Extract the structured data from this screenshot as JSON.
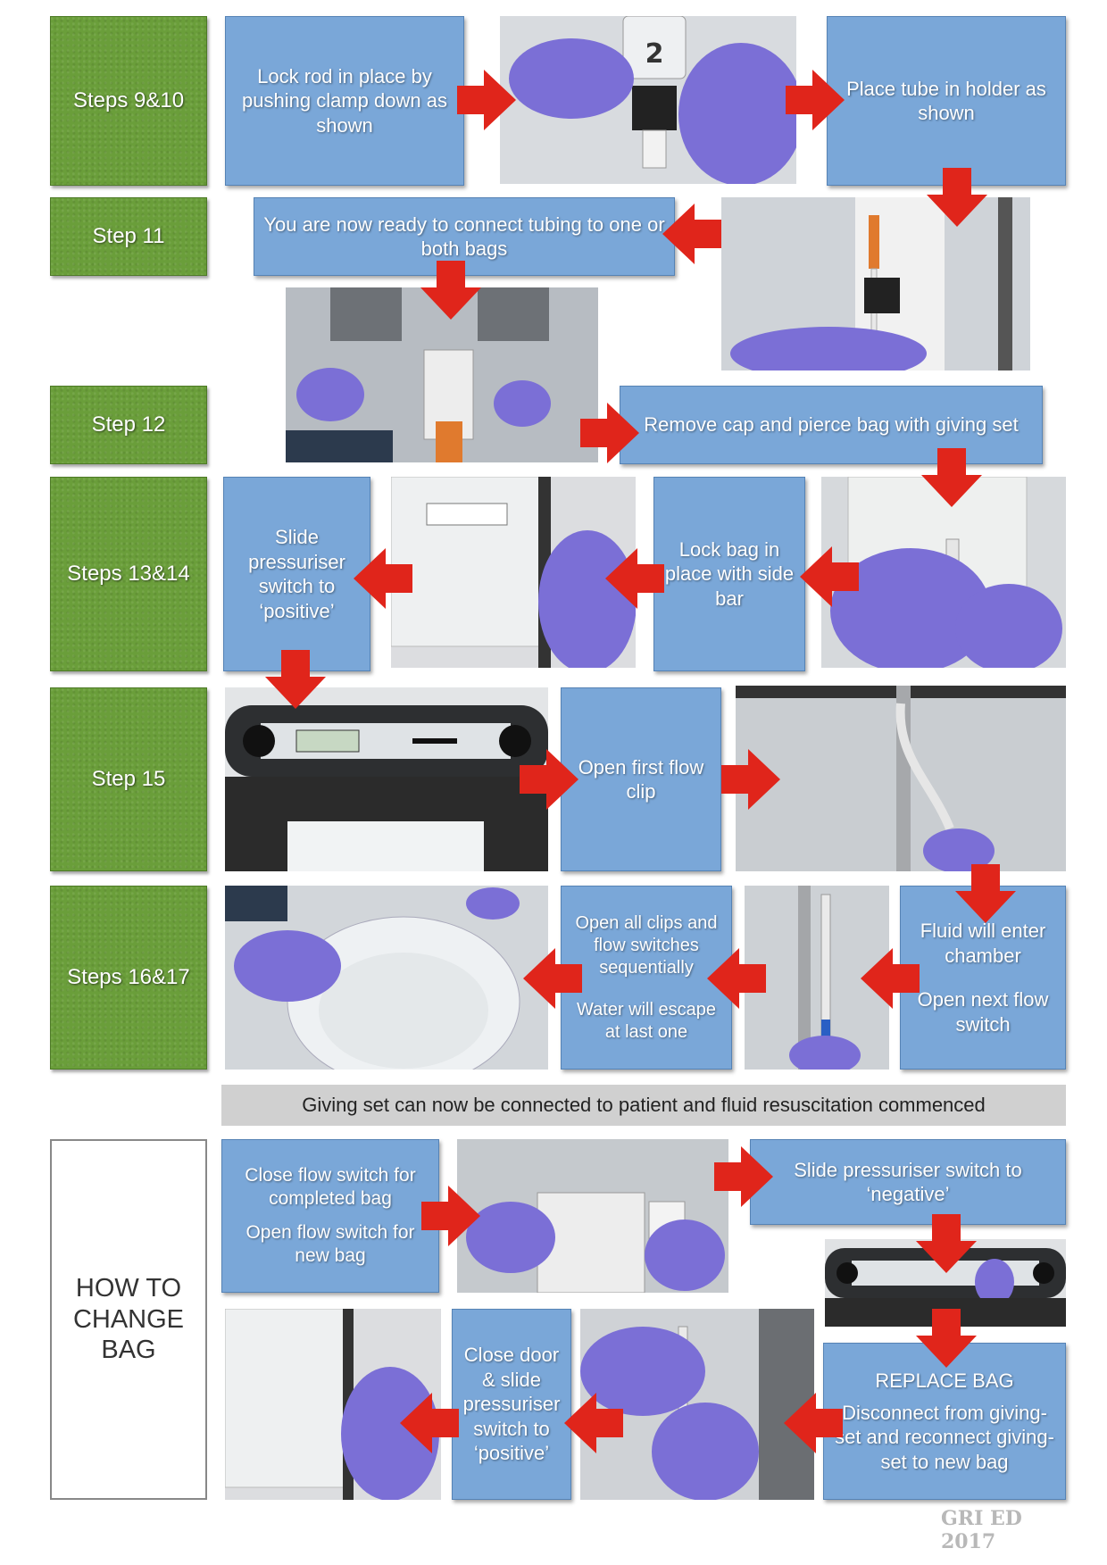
{
  "steps": {
    "s9_10": "Steps 9&10",
    "s11": "Step 11",
    "s12": "Step 12",
    "s13_14": "Steps 13&14",
    "s15": "Step 15",
    "s16_17": "Steps 16&17"
  },
  "boxes": {
    "lock_rod": "Lock rod in place by pushing clamp down as shown",
    "place_tube": "Place tube in holder as shown",
    "ready_connect": "You are now ready to connect tubing to one or both bags",
    "remove_cap": "Remove cap and pierce bag with giving set",
    "slide_positive": "Slide pressuriser switch to ‘positive’",
    "lock_bag": "Lock bag in place with side bar",
    "open_first_clip": "Open first flow clip",
    "open_all_1": "Open all clips and flow switches sequentially",
    "open_all_2": "Water will escape at last one",
    "fluid_enter_1": "Fluid will enter chamber",
    "fluid_enter_2": "Open next flow switch",
    "close_flow_1": "Close flow switch for completed bag",
    "close_flow_2": "Open flow switch for new bag",
    "slide_negative": "Slide pressuriser switch to ‘negative’",
    "replace_1": "REPLACE BAG",
    "replace_2": "Disconnect from giving-set and reconnect giving-set to new bag",
    "close_door": "Close door & slide pressuriser switch to ‘positive’"
  },
  "banner": "Giving set can now be connected to patient and fluid resuscitation commenced",
  "howto": [
    "HOW TO",
    "CHANGE",
    "BAG"
  ],
  "device_number": "2",
  "footer": "GRI ED 2017",
  "colors": {
    "green": "#6a9e3a",
    "blue": "#7aa7d8",
    "arrow": "#e0251b",
    "glove": "#7b6fd6"
  }
}
